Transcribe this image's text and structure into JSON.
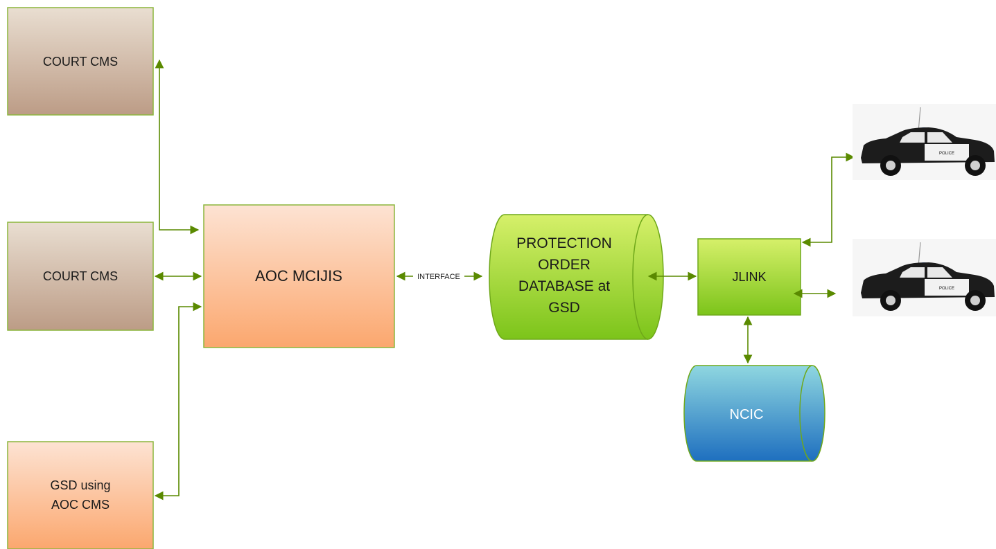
{
  "nodes": {
    "court_cms_top": {
      "label": "COURT CMS"
    },
    "court_cms_mid": {
      "label": "COURT CMS"
    },
    "gsd": {
      "lines": [
        "GSD using",
        "AOC CMS"
      ]
    },
    "aoc": {
      "label": "AOC MCIJIS"
    },
    "pod": {
      "lines": [
        "PROTECTION",
        "ORDER",
        "DATABASE at",
        "GSD"
      ]
    },
    "jlink": {
      "label": "JLINK"
    },
    "ncic": {
      "label": "NCIC"
    },
    "police_car": {
      "badge": "POLICE"
    }
  },
  "edges": {
    "interface_label": "INTERFACE"
  },
  "colors": {
    "brown_top": "#e9ded1",
    "brown_bottom": "#bc9c86",
    "orange_top": "#fde3d3",
    "orange_bottom": "#fba76e",
    "green_top": "#d6f06a",
    "green_bottom": "#7cc41a",
    "blue_top": "#8fd7e0",
    "blue_bottom": "#1e6fbf",
    "connector": "#5a8a00"
  }
}
